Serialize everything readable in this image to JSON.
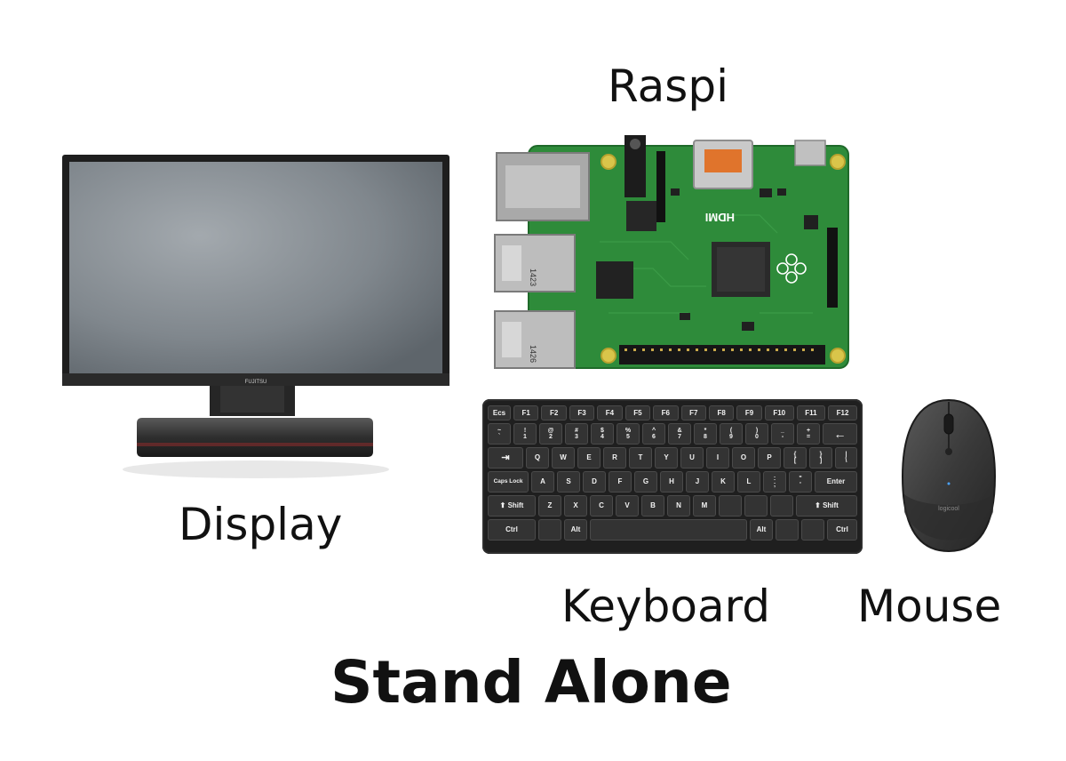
{
  "labels": {
    "raspi": "Raspi",
    "display": "Display",
    "keyboard": "Keyboard",
    "mouse": "Mouse",
    "title": "Stand Alone"
  },
  "monitor": {
    "brand_text": "FUJITSU"
  },
  "raspi_board": {
    "hdmi_text": "HDMI",
    "port1_text": "1423",
    "port2_text": "1426"
  },
  "keyboard": {
    "rows": [
      [
        "Ecs",
        "F1",
        "F2",
        "F3",
        "F4",
        "F5",
        "F6",
        "F7",
        "F8",
        "F9",
        "F10",
        "F11",
        "F12"
      ],
      [
        "~\n`",
        "!\n1",
        "@\n2",
        "#\n3",
        "$\n4",
        "%\n5",
        "^\n6",
        "&\n7",
        "*\n8",
        "(\n9",
        ")\n0",
        "_\n-",
        "+\n=",
        "←"
      ],
      [
        "⇥",
        "Q",
        "W",
        "E",
        "R",
        "T",
        "Y",
        "U",
        "I",
        "O",
        "P",
        "{\n[",
        "}\n]",
        "|\n\\"
      ],
      [
        "Caps Lock",
        "A",
        "S",
        "D",
        "F",
        "G",
        "H",
        "J",
        "K",
        "L",
        ":\n;",
        "\"\n'",
        "Enter"
      ],
      [
        "⬆ Shift",
        "Z",
        "X",
        "C",
        "V",
        "B",
        "N",
        "M",
        "",
        "",
        "",
        "⬆ Shift"
      ],
      [
        "Ctrl",
        "",
        "Alt",
        "",
        "Alt",
        "",
        "",
        "Ctrl"
      ]
    ]
  },
  "mouse": {
    "brand_text": "logicool"
  },
  "colors": {
    "board_green": "#2e8b3a",
    "screen": "#7f868c",
    "key": "#333333",
    "mouse_body": "#3d3d3d"
  }
}
